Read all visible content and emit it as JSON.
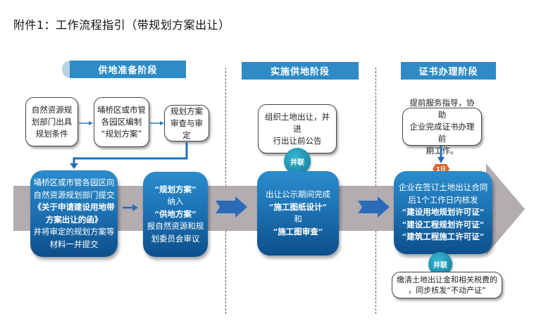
{
  "title": "附件1：工作流程指引（带规划方案出让）",
  "phases": [
    {
      "label": "供地准备阶段"
    },
    {
      "label": "实施供地阶段"
    },
    {
      "label": "证书办理阶段"
    }
  ],
  "colors": {
    "phase_header": "#2e8bc5",
    "flow_band": "#b3acb0",
    "process_box_top": "#2b8ccc",
    "process_box_bottom": "#0d4f8a",
    "badge_teal": "#1a8aa8",
    "badge_orange": "#e0652a",
    "arrow_blue": "#2a6bb8"
  },
  "prep": {
    "step1": [
      "自然资源规",
      "划部门出具",
      "规划条件"
    ],
    "step2": [
      "埇桥区或市管",
      "各园区编制",
      "“规划方案”"
    ],
    "step3": [
      "规划方案",
      "审查与审定"
    ],
    "submit": [
      "埇桥区或市管各园区向",
      "自然资源规划部门提交",
      "《关于申请建设用地带",
      "方案出让的函》",
      "并将审定的规划方案等",
      "材料一并提交"
    ],
    "review": [
      "“规划方案”",
      "纳入",
      "“供地方案”",
      "报自然资源和规",
      "划委员会审议"
    ]
  },
  "supply": {
    "notice": [
      "组织土地出让，并进",
      "行出让前公告"
    ],
    "badge": "并联",
    "design": [
      "出让公示期间完成",
      "“施工图纸设计”",
      "和",
      "“施工图审查”"
    ]
  },
  "cert": {
    "guide": [
      "提前服务指导，协助",
      "企业完成证书办理前",
      "期工作。"
    ],
    "day_badge": "1日",
    "issue": [
      "企业在签订土地出让合同",
      "后1个工作日内核发",
      "“建设用地规划许可证”",
      "“建设工程规划许可证”",
      "“建筑工程施工许可证”"
    ],
    "badge": "并联",
    "property": [
      "缴清土地出让金和相关税费的",
      "，同步核发“不动产证”"
    ]
  }
}
